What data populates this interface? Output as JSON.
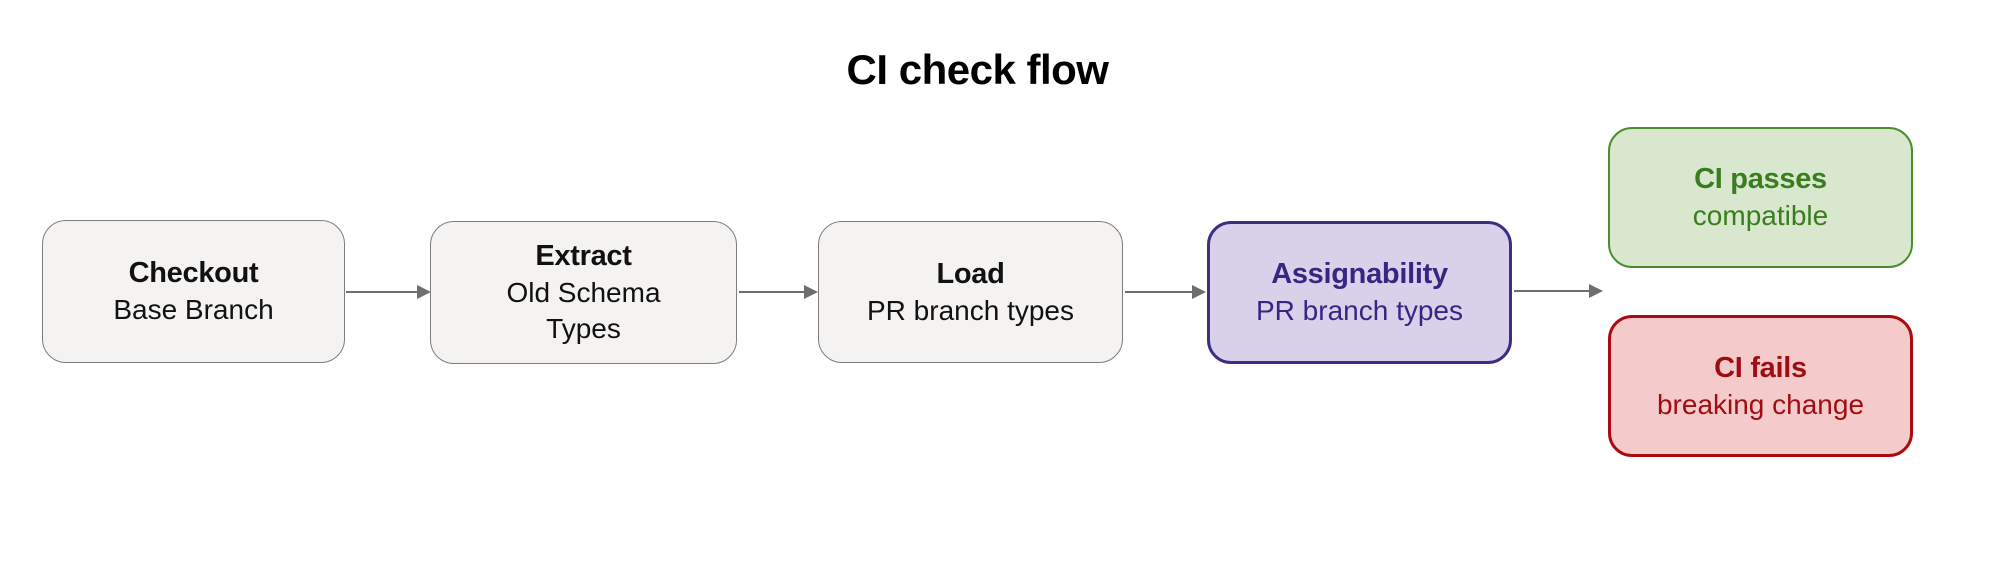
{
  "title": "CI check flow",
  "nodes": [
    {
      "id": "checkout",
      "title": "Checkout",
      "subtitle": "Base Branch",
      "variant": "neutral"
    },
    {
      "id": "extract",
      "title": "Extract",
      "subtitle": "Old Schema\nTypes",
      "variant": "neutral"
    },
    {
      "id": "load",
      "title": "Load",
      "subtitle": "PR branch types",
      "variant": "neutral"
    },
    {
      "id": "assignability",
      "title": "Assignability",
      "subtitle": "PR branch types",
      "variant": "accent"
    },
    {
      "id": "ci-passes",
      "title": "CI passes",
      "subtitle": "compatible",
      "variant": "success"
    },
    {
      "id": "ci-fails",
      "title": "CI fails",
      "subtitle": "breaking change",
      "variant": "danger"
    }
  ],
  "connectors": [
    {
      "from": "checkout",
      "to": "extract"
    },
    {
      "from": "extract",
      "to": "load"
    },
    {
      "from": "load",
      "to": "assignability"
    },
    {
      "from": "assignability",
      "to": "ci-passes / ci-fails"
    }
  ],
  "palette": {
    "title_text": "#000000",
    "neutral_bg": "#f4f3f1",
    "neutral_border": "#7d7d7d",
    "neutral_text": "#111111",
    "accent_bg": "#d8d1e9",
    "accent_border": "#3d2d85",
    "accent_text": "#372584",
    "success_bg": "#d8e7cd",
    "success_border": "#4a8f2c",
    "success_text": "#3a7d1e",
    "danger_bg": "#f4cbca",
    "danger_border": "#ac0a11",
    "danger_text": "#9e0d12",
    "arrow_color": "#6e6e6e"
  }
}
